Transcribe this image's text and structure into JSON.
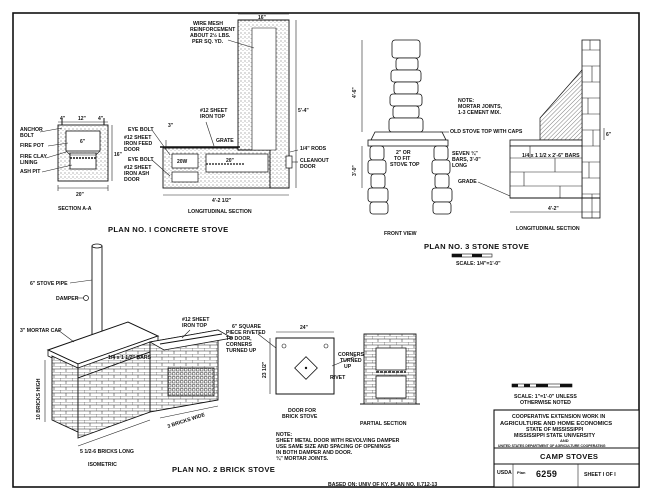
{
  "plan1": {
    "title": "PLAN NO. I CONCRETE STOVE",
    "section_caption": "SECTION A-A",
    "long_caption": "LONGITUDINAL SECTION",
    "labels": {
      "anchor_bolt": "ANCHOR BOLT",
      "fire_pot": "FIRE POT",
      "fire_clay": "FIRE CLAY LINING",
      "ash_pit": "ASH PIT",
      "eye_bolt": "EYE BOLT",
      "feed_door": "#12 SHEET IRON FEED DOOR",
      "eye_bolt2": "EYE BOLT",
      "ash_door": "#12 SHEET IRON ASH DOOR",
      "sheet_top": "#12 SHEET IRON TOP",
      "grate": "GRATE",
      "wire_mesh": "WIRE MESH REINFORCEMENT ABOUT 2 1/2 LBS. PER SQ. YD.",
      "rods": "1/4\" RODS",
      "cleanout": "CLEANOUT DOOR"
    },
    "dims": {
      "d4a": "4\"",
      "d12": "12\"",
      "d4b": "4\"",
      "d6": "6\"",
      "d16": "16\"",
      "d20": "20\"",
      "d20w": "20W",
      "d20b": "20\"",
      "d16top": "16\"",
      "d5_4": "5'-4\"",
      "d4_2": "4'-2 1/2\"",
      "d3": "3\""
    }
  },
  "plan3": {
    "title": "PLAN NO. 3 STONE STOVE",
    "front_caption": "FRONT VIEW",
    "long_caption": "LONGITUDINAL SECTION",
    "labels": {
      "note": "NOTE: MORTAR JOINTS, 1-3 CEMENT MIX.",
      "stove_top": "OLD STOVE TOP WITH CAPS",
      "fit": "2\" OR TO FIT STOVE TOP",
      "bars": "SEVEN 3/4\" # BARS, 3'-0\" LONG",
      "bars2": "1/4 x 1 1/2 x 2'-6\" BARS",
      "grade": "GRADE"
    },
    "dims": {
      "d4_6": "4'-6\"",
      "d3_0": "3'-0\"",
      "d6": "6\"",
      "d4_2": "4'-2\""
    },
    "scale": "SCALE: 1/4\"=1'-0\""
  },
  "plan2": {
    "title": "PLAN NO. 2 BRICK STOVE",
    "isometric_caption": "ISOMETRIC",
    "door_caption": "DOOR FOR BRICK STOVE",
    "partial_caption": "PARTIAL SECTION",
    "labels": {
      "pipe": "6\" STOVE PIPE",
      "damper": "DAMPER",
      "mortar_cap": "3\" MORTAR CAP",
      "sheet_top": "#12 SHEET IRON TOP",
      "bars": "1/4 x 1 1/2\" BARS",
      "square_piece": "6\" SQUARE PIECE RIVETED TO DOOR, CORNERS TURNED UP",
      "corners": "CORNERS TURNED UP",
      "rivet": "RIVET",
      "bricks_high": "10 BRICKS HIGH",
      "bricks_long": "5 1/2-6 BRICKS LONG",
      "bricks_wide": "3 BRICKS WIDE"
    },
    "dims": {
      "d24": "24\"",
      "d23": "23 1/2\""
    },
    "note": "NOTE: SHEET METAL DOOR WITH REVOLVING DAMPER USE SAME SIZE AND SPACING OF OPENINGS IN BOTH DAMPER AND DOOR. 3/4\" MORTAR JOINTS.",
    "based_on": "BASED ON: UNIV OF KY. PLAN NO. II.712-13"
  },
  "title_block": {
    "scale": "SCALE: 1\"=1'-0\" UNLESS OTHERWISE NOTED",
    "org1": "COOPERATIVE EXTENSION WORK IN",
    "org2": "AGRICULTURE AND HOME ECONOMICS",
    "org3": "STATE OF MISSISSIPPI",
    "org4": "MISSISSIPPI STATE UNIVERSITY",
    "org5": "AND",
    "org6": "UNITED STATES DEPARTMENT OF AGRICULTURE COOPERATING",
    "sheet_title": "CAMP STOVES",
    "usda": "USDA",
    "plan_prefix": "Plan",
    "plan_no": "6259",
    "sheet": "SHEET I OF I"
  }
}
